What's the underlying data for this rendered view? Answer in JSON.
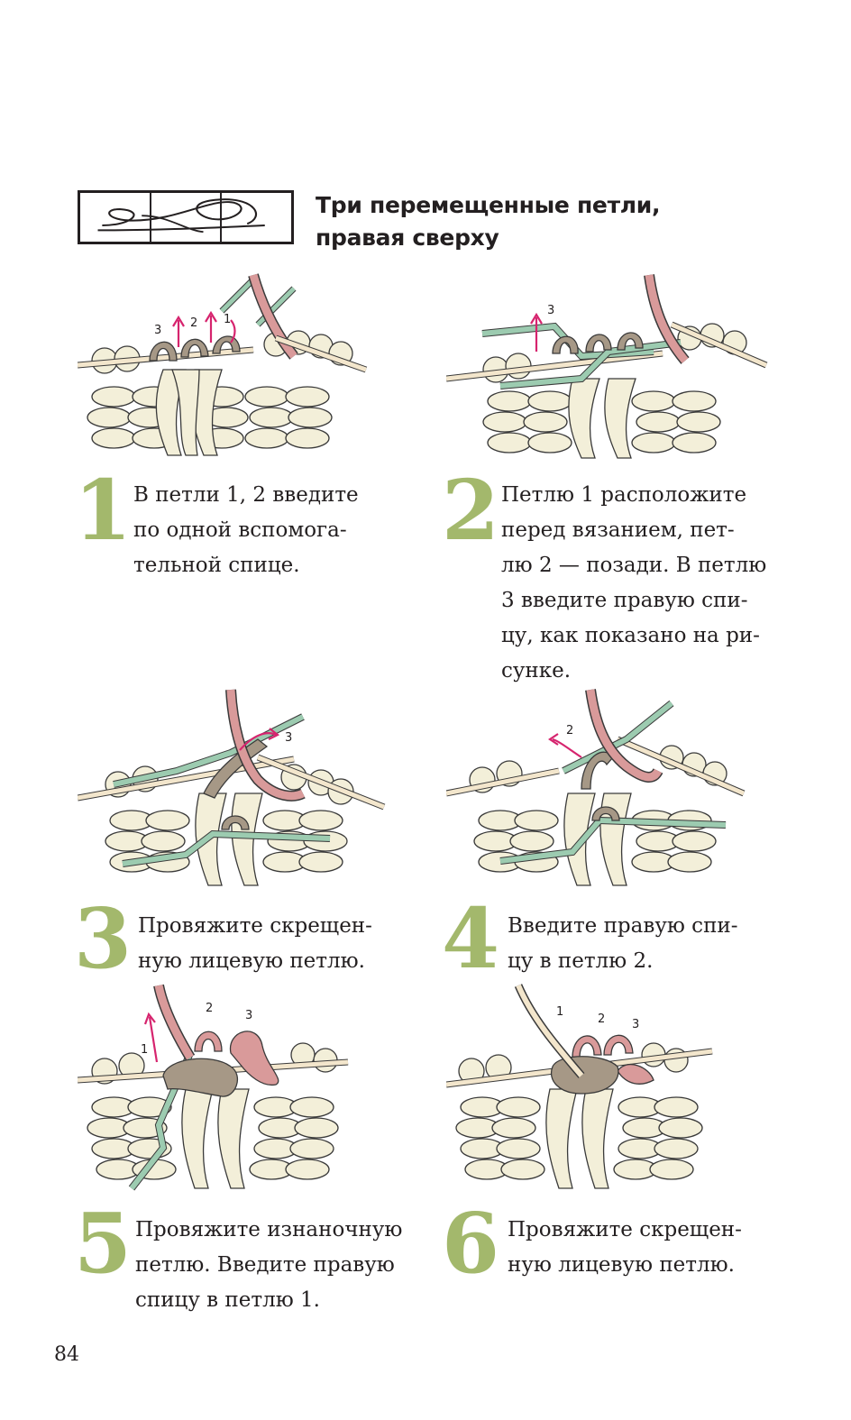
{
  "header": {
    "title_lines": [
      "Три перемещенные петли,",
      "правая сверху"
    ],
    "symbol_icon": "cable-3-over-3-right-symbol"
  },
  "colors": {
    "step_number": "#a3b86c",
    "yarn": "#f3efd9",
    "yarn_outline": "#3a3a3a",
    "working_yarn": "#d99a9a",
    "moved_loops": "#a69886",
    "cable_needle": "#9ccbb0",
    "arrow": "#d6246e"
  },
  "steps": [
    {
      "number": "1",
      "text_lines": [
        "В петли 1, 2 введите",
        "по одной вспомога-",
        "тельной спице."
      ],
      "illustration_labels": [
        "3",
        "2",
        "1"
      ]
    },
    {
      "number": "2",
      "text_lines": [
        "Петлю 1 расположите",
        "перед вязанием, пет-",
        "лю 2 — позади. В петлю",
        "3 введите правую спи-",
        "цу, как показано на ри-",
        "сунке."
      ],
      "illustration_labels": [
        "3"
      ]
    },
    {
      "number": "3",
      "text_lines": [
        "Провяжите скрещен-",
        "ную лицевую петлю."
      ],
      "illustration_labels": [
        "3"
      ]
    },
    {
      "number": "4",
      "text_lines": [
        "Введите правую спи-",
        "цу в петлю 2."
      ],
      "illustration_labels": [
        "2"
      ]
    },
    {
      "number": "5",
      "text_lines": [
        "Провяжите изнаночную",
        "петлю. Введите правую",
        "спицу в петлю 1."
      ],
      "illustration_labels": [
        "1",
        "2",
        "3"
      ]
    },
    {
      "number": "6",
      "text_lines": [
        "Провяжите скрещен-",
        "ную лицевую петлю."
      ],
      "illustration_labels": [
        "1",
        "2",
        "3"
      ]
    }
  ],
  "page_number": "84"
}
